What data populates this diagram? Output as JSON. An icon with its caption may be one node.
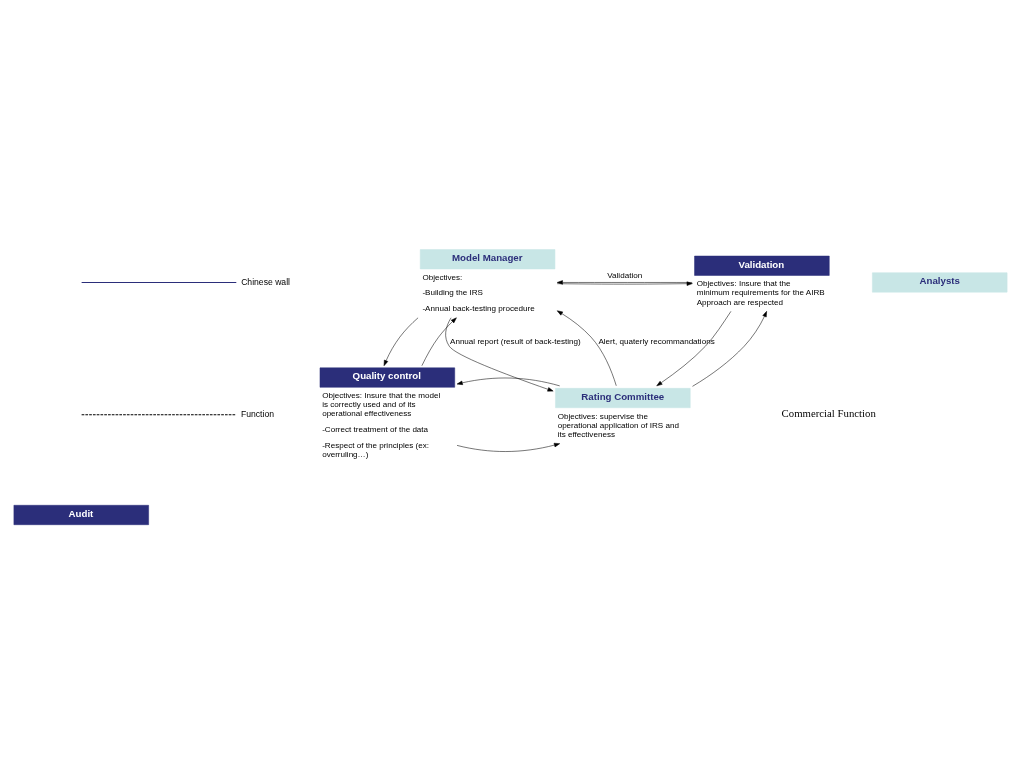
{
  "diagram": {
    "nodes": [
      {
        "text": [
          "Audit"
        ]
      },
      {
        "text": [
          "Model Manager"
        ],
        "beside": [
          "Objectives:",
          "-Building the IRS",
          "-Annual back-testing procedure"
        ]
      },
      {
        "text": [
          "Validation"
        ],
        "beside": [
          "Objectives: Insure that the minimum requirements for the AIRB Approach are respected"
        ]
      },
      {
        "text": [
          "Quality control"
        ],
        "beside": [
          "Objectives: Insure that the model is correctly used and of its operational effectiveness",
          "-Correct treatment of the data",
          "-Respect of the principles (ex: overruling…)"
        ]
      },
      {
        "text": [
          "Rating Committee"
        ],
        "beside": [
          "Objectives: supervise the operational application of IRS and its effectiveness"
        ]
      },
      {
        "text": [
          "Analysts"
        ]
      }
    ],
    "edges": [
      {
        "from": 2,
        "to": 1,
        "arrow": "to",
        "label": "Validation"
      },
      {
        "from": 1,
        "to": 2,
        "arrow": "to"
      },
      {
        "from": 4,
        "to": 1,
        "arrow": "to",
        "label": "Alert, quaterly recommandations"
      },
      {
        "from": 1,
        "to": 4,
        "arrow": "to",
        "label": "Annual report (result of back-testing)"
      },
      {
        "from": 1,
        "to": 3,
        "arrow": "to"
      },
      {
        "from": 3,
        "to": 1,
        "arrow": "to"
      },
      {
        "from": 3,
        "to": 4,
        "arrow": "to"
      },
      {
        "from": 4,
        "to": 3,
        "arrow": "to"
      },
      {
        "from": 4,
        "to": 2,
        "arrow": "to"
      },
      {
        "from": 2,
        "to": 4,
        "arrow": "to"
      }
    ],
    "labels": [
      "Commercial Function"
    ],
    "legend": [
      {
        "text": "Chinese wall"
      },
      {
        "text": "Function"
      }
    ]
  }
}
